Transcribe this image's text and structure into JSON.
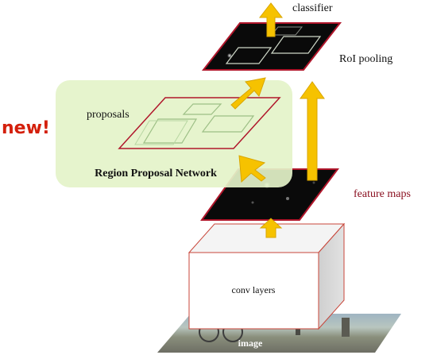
{
  "labels": {
    "classifier": "classifier",
    "roi_pooling": "RoI pooling",
    "new_badge": "new!",
    "proposals": "proposals",
    "rpn": "Region Proposal Network",
    "feature_maps": "feature maps",
    "conv_layers": "conv layers",
    "image": "image"
  },
  "colors": {
    "arrow": "#f6c200",
    "arrow_edge": "#d9a600",
    "map_border": "#b0162b",
    "new_badge": "#d4200c",
    "rpn_panel": "#e4f3c9",
    "feature_map_fill": "#0a0a0a",
    "box_outline": "#cfe7b0",
    "conv_front": "#ffffff",
    "conv_side": "#d7d7d7",
    "conv_top": "#f2f2f2",
    "conv_edge": "#c8463a"
  },
  "icons": {
    "arrow": "block-arrow-icon"
  }
}
